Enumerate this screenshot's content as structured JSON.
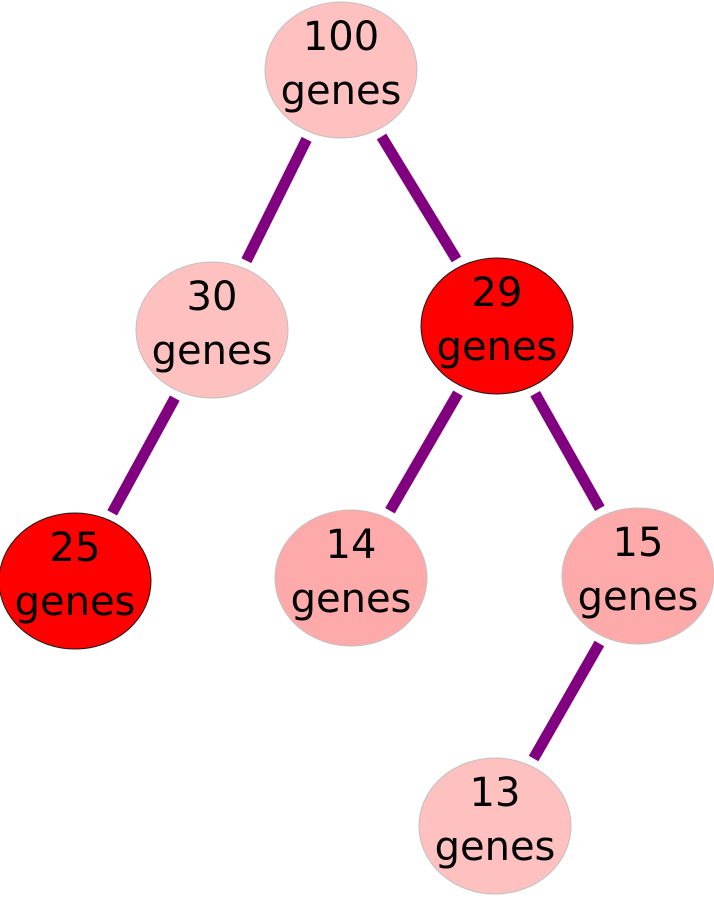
{
  "colors": {
    "edge": "#800080",
    "light_pink": "#ffc0c0",
    "medium_pink": "#ffaaaa",
    "red": "#ff0000",
    "text": "#000000"
  },
  "nodes": [
    {
      "id": "n100",
      "count": "100",
      "unit": "genes",
      "fill": "#ffc0c0",
      "dark": false
    },
    {
      "id": "n30",
      "count": "30",
      "unit": "genes",
      "fill": "#ffc0c0",
      "dark": false
    },
    {
      "id": "n29",
      "count": "29",
      "unit": "genes",
      "fill": "#ff0000",
      "dark": true
    },
    {
      "id": "n25",
      "count": "25",
      "unit": "genes",
      "fill": "#ff0000",
      "dark": true
    },
    {
      "id": "n14",
      "count": "14",
      "unit": "genes",
      "fill": "#ffaaaa",
      "dark": false
    },
    {
      "id": "n15",
      "count": "15",
      "unit": "genes",
      "fill": "#ffaaaa",
      "dark": false
    },
    {
      "id": "n13",
      "count": "13",
      "unit": "genes",
      "fill": "#ffc0c0",
      "dark": false
    }
  ],
  "edges": [
    {
      "from": "n100",
      "to": "n30"
    },
    {
      "from": "n100",
      "to": "n29"
    },
    {
      "from": "n30",
      "to": "n25"
    },
    {
      "from": "n29",
      "to": "n14"
    },
    {
      "from": "n29",
      "to": "n15"
    },
    {
      "from": "n15",
      "to": "n13"
    }
  ]
}
